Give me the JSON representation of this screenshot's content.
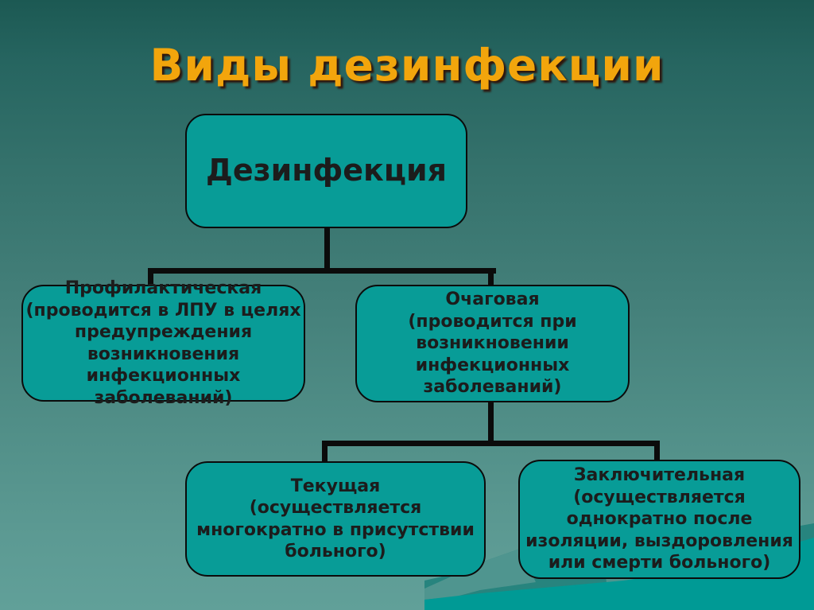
{
  "slide": {
    "title": "Виды дезинфекции",
    "colors": {
      "title_text": "#F2A50C",
      "title_shadow": "#300E04",
      "background_top": "#1C5953",
      "background_bottom": "#61A099",
      "box_fill": "#089C97",
      "box_border": "#0B0B0B",
      "box_text": "#1C1C1C",
      "connector": "#0B0B0B",
      "mountain_dark": "#27847E",
      "mountain_light": "#4F958F",
      "mountain_foreground": "#009A95"
    },
    "diagram": {
      "root": {
        "text": "Дезинфекция"
      },
      "level1": [
        {
          "id": "prophylactic",
          "text": "Профилактическая\n(проводится в ЛПУ в целях\nпредупреждения\nвозникновения\nинфекционных\nзаболеваний)"
        },
        {
          "id": "focal",
          "text": "Очаговая\n(проводится при\nвозникновении\nинфекционных\nзаболеваний)"
        }
      ],
      "level2": [
        {
          "id": "current",
          "text": "Текущая\n(осуществляется\nмногократно в присутствии\nбольного)"
        },
        {
          "id": "final",
          "text": "Заключительная\n(осуществляется\nоднократно после\nизоляции, выздоровления\nили смерти больного)"
        }
      ]
    }
  }
}
